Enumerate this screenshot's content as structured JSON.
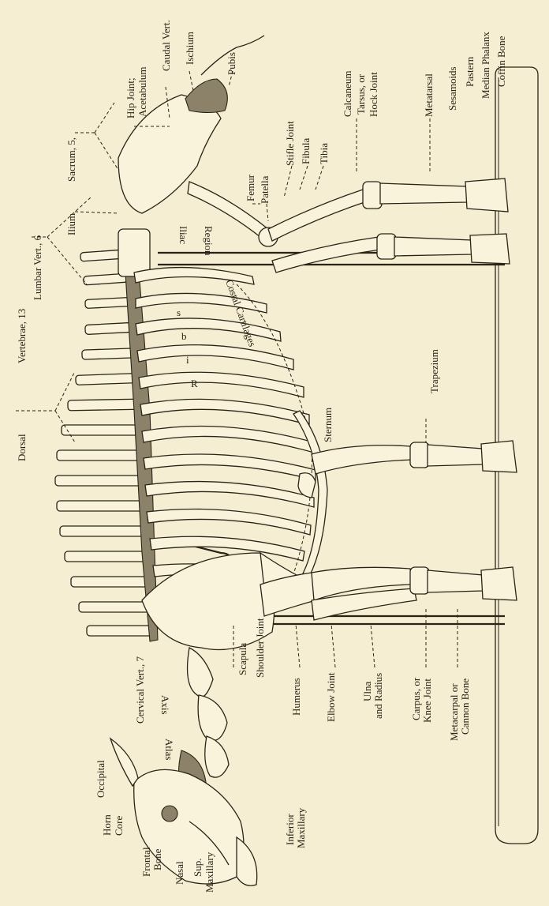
{
  "labels": {
    "dorsal": "Dorsal",
    "vertebrae_13": "Vertebrae, 13",
    "lumbar_vert": "Lumbar Vert., 6",
    "sacrum": "Sacrum, 5,",
    "ilium": "Ilium",
    "hip_joint": "Hip Joint;",
    "acetabulum": "Acetabulum",
    "caudal_vert": "Caudal Vert.",
    "ischium": "Ischium",
    "pubis": "Pubis",
    "femur": "Femur",
    "patella": "Patella",
    "stifle_joint": "Stifle Joint",
    "fibula": "Fibula",
    "tibia": "Tibia",
    "calcaneum": "Calcaneum",
    "tarsus_or": "Tarsus, or",
    "hock_joint": "Hock Joint",
    "metatarsal": "Metatarsal",
    "sesamoids": "Sesamoids",
    "pastern": "Pastern",
    "median_phalanx": "Median Phalanx",
    "coffin_bone": "Coffin Bone",
    "iliac": "Iliac",
    "region": "Region",
    "costal_cartilages": "Costal Cartilages",
    "ribs_r": "R",
    "ribs_i": "i",
    "ribs_b": "b",
    "ribs_s": "s",
    "trapezium": "Trapezium",
    "sternum": "Sternum",
    "cervical_vert": "Cervical Vert., 7",
    "occipital": "Occipital",
    "atlas": "Atlas",
    "axis": "Axis",
    "scapula": "Scapula",
    "shoulder_joint": "Shoulder Joint",
    "humerus": "Humerus",
    "elbow_joint": "Elbow Joint",
    "ulna": "Ulna",
    "and_radius": "and Radius",
    "carpus_or": "Carpus, or",
    "knee_joint": "Knee Joint",
    "metacarpal_or": "Metacarpal or",
    "cannon_bone": "Cannon Bone",
    "horn": "Horn",
    "core": "Core",
    "frontal": "Frontal",
    "bone": "Bone",
    "nasal": "Nasal",
    "sup": "Sup.",
    "maxillary": "Maxillary",
    "inferior": "Inferior",
    "maxillary2": "Maxillary"
  }
}
